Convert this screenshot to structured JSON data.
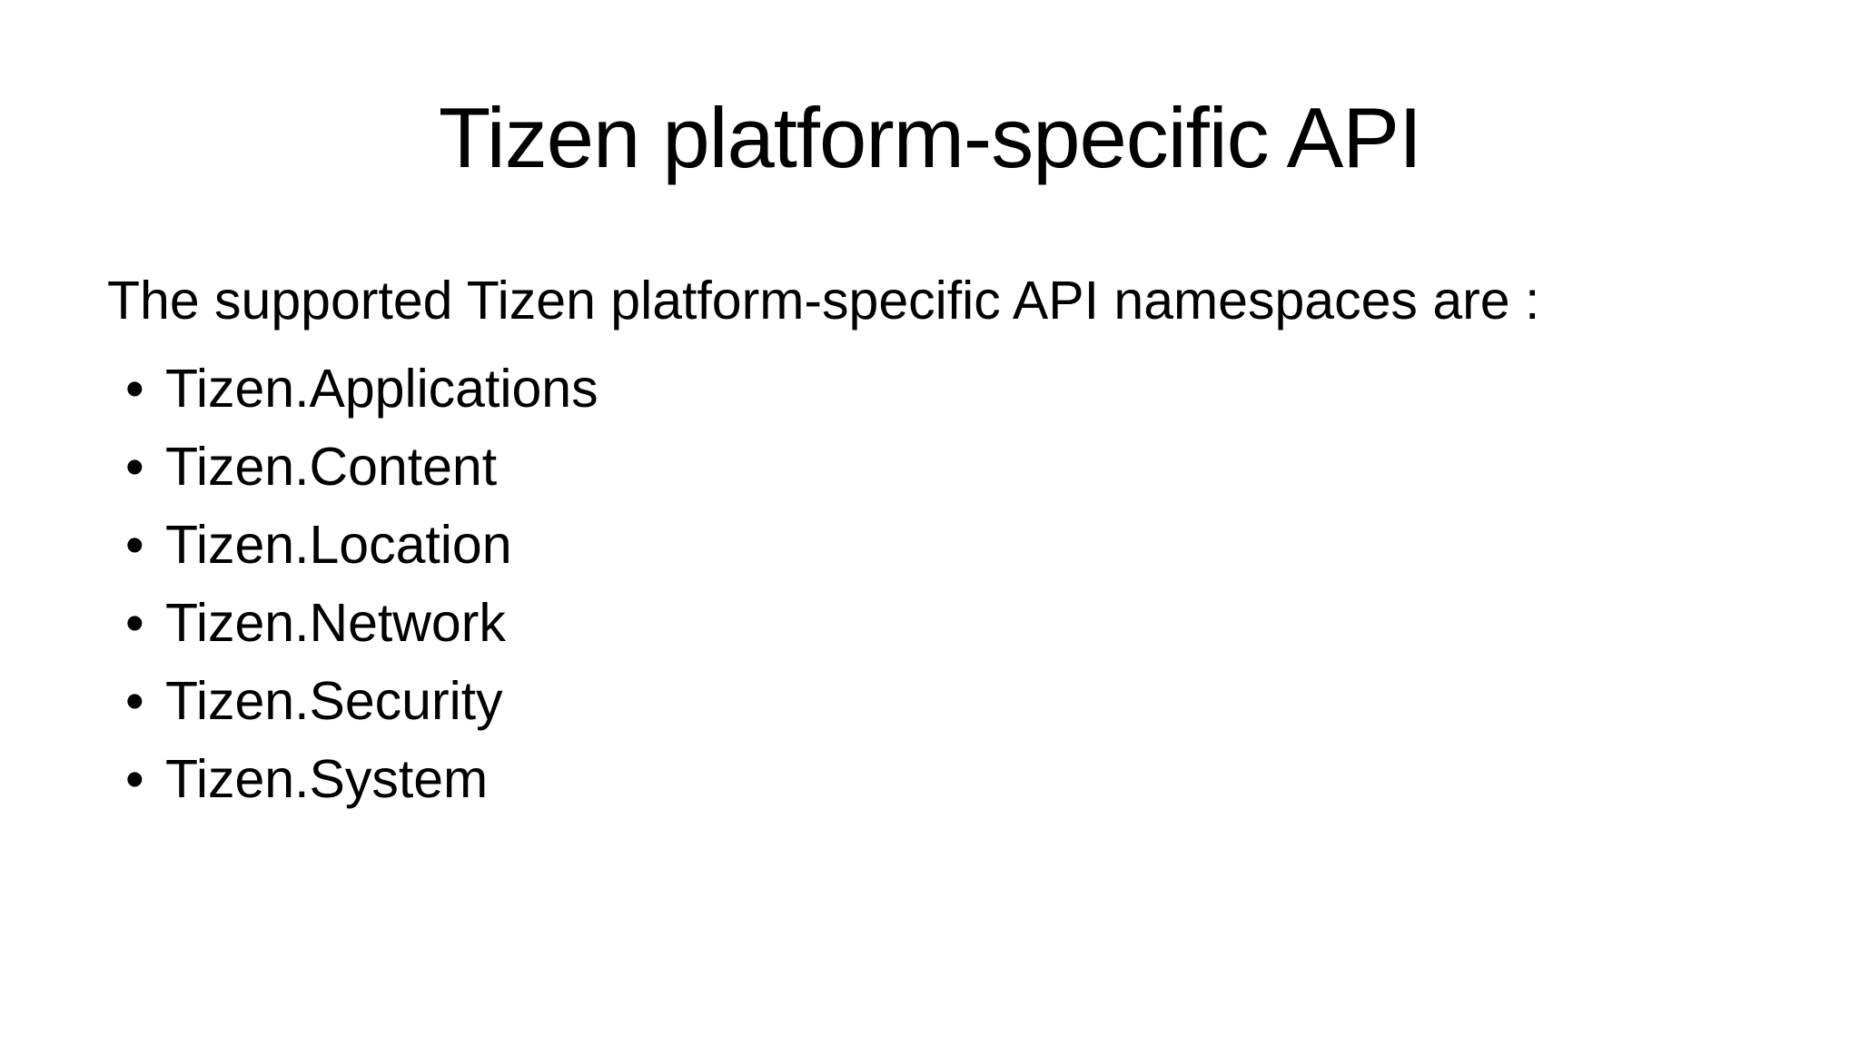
{
  "slide": {
    "title": "Tizen platform-specific API",
    "intro": "The supported Tizen platform-specific API namespaces are :",
    "bullet_char": "•",
    "bullets": [
      "Tizen.Applications",
      "Tizen.Content",
      "Tizen.Location",
      "Tizen.Network",
      "Tizen.Security",
      "Tizen.System"
    ],
    "colors": {
      "background": "#ffffff",
      "text": "#000000"
    }
  }
}
